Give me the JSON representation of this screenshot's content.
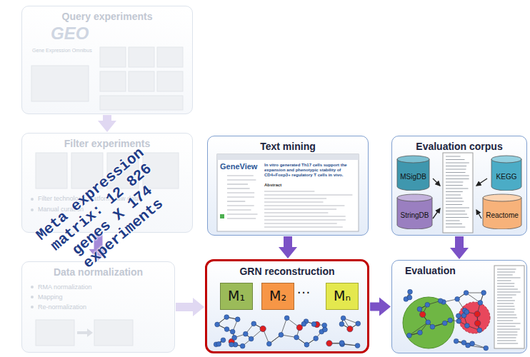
{
  "diagram": {
    "nodes": [
      {
        "text": [
          "Query experiments",
          "GEO",
          "Gene Expression Omnibus"
        ]
      },
      {
        "text": [
          "Text mining"
        ]
      },
      {
        "text": [
          "Evaluation corpus"
        ]
      },
      {
        "text": [
          "MSigDB"
        ],
        "in": 2
      },
      {
        "text": [
          "StringDB"
        ],
        "in": 2
      },
      {
        "text": [
          "KEGG"
        ],
        "in": 2
      },
      {
        "text": [
          "Reactome"
        ],
        "in": 2
      },
      {
        "text": [
          "Filter experiments",
          "Filter technology, platform, raw data",
          "Manual curation"
        ]
      },
      {
        "text": [
          "Data normalization",
          "RMA normalization",
          "Mapping",
          "Re-normalization"
        ]
      },
      {
        "text": [
          "GRN reconstruction"
        ]
      },
      {
        "text": [
          "M₁"
        ],
        "in": 9
      },
      {
        "text": [
          "M₂"
        ],
        "in": 9
      },
      {
        "text": [
          "Mₙ"
        ],
        "in": 9
      },
      {
        "text": [
          "Evaluation"
        ]
      }
    ],
    "edges": [
      {
        "from": 0,
        "to": 7,
        "arrow": "to"
      },
      {
        "from": 7,
        "to": 8,
        "arrow": "to"
      },
      {
        "from": 8,
        "to": 9,
        "arrow": "to"
      },
      {
        "from": 1,
        "to": 9,
        "arrow": "to"
      },
      {
        "from": 9,
        "to": 13,
        "arrow": "to"
      },
      {
        "from": 2,
        "to": 13,
        "arrow": "to"
      }
    ],
    "labels": [
      "Meta expression matrix: 12 826 genes X 174 experiments",
      "GeneView",
      "In vitro generated Th17 cells support the expansion and phenotypic stability of CD4+Foxp3+ regulatory T cells in vivo.",
      "Abstract",
      "…"
    ]
  }
}
